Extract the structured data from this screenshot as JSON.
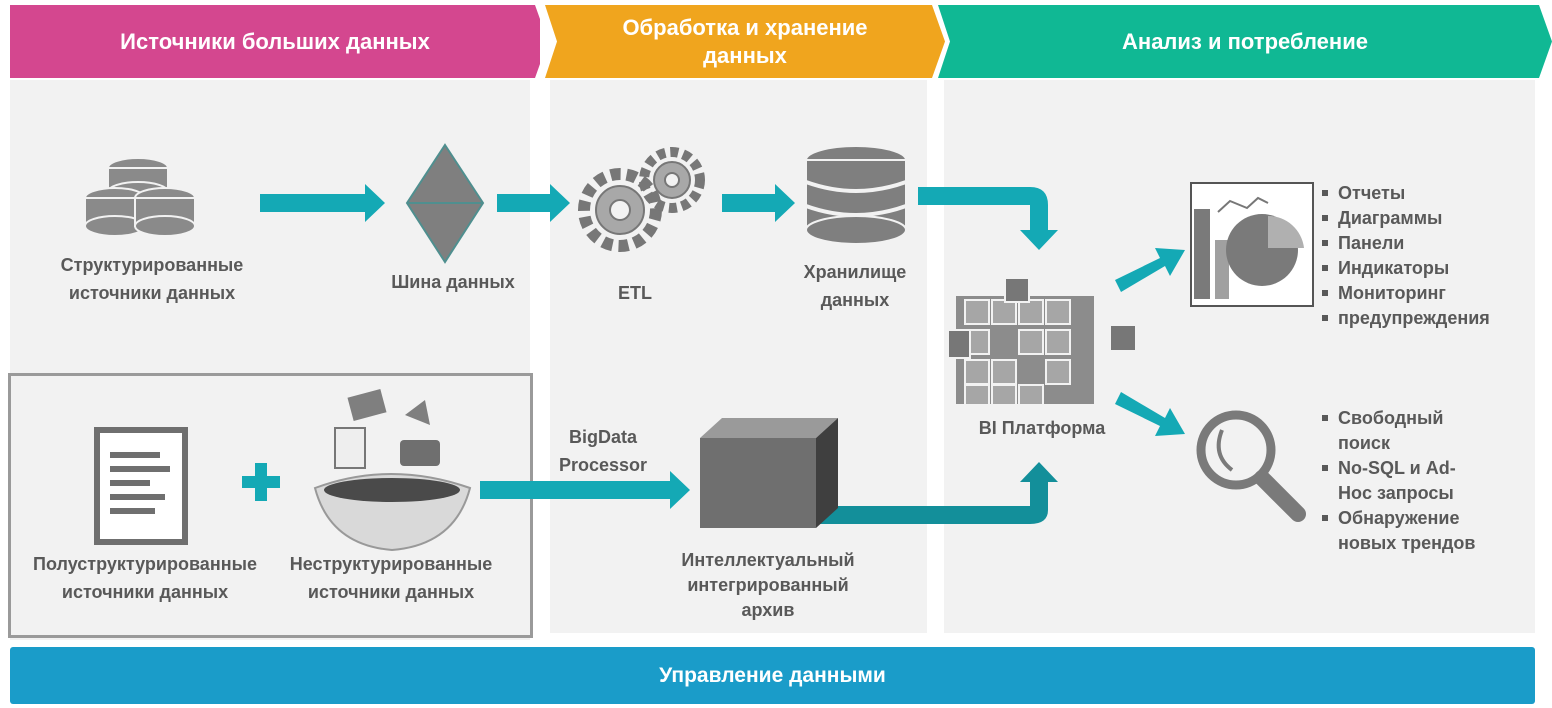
{
  "stages": {
    "sources": "Источники больших данных",
    "processing": "Обработка и хранение данных",
    "analysis": "Анализ и потребление"
  },
  "nodes": {
    "structured": "Структурированные источники данных",
    "bus": "Шина данных",
    "etl": "ETL",
    "warehouse": "Хранилище данных",
    "bigdata": "BigData Processor",
    "semi": "Полуструктурированные источники данных",
    "unstructured": "Неструктурированные источники данных",
    "archive": "Интеллектуальный интегрированный архив",
    "bi": "BI Платформа"
  },
  "reports_list": [
    "Отчеты",
    "Диаграммы",
    "Панели",
    "Индикаторы",
    "Мониторинг",
    "предупреждения"
  ],
  "search_list": [
    "Свободный поиск",
    "No-SQL и Ad-Hoc запросы",
    "Обнаружение новых трендов"
  ],
  "footer": "Управление данными",
  "colors": {
    "sources": "#D4478F",
    "processing": "#F0A51E",
    "analysis": "#10B894",
    "arrow": "#14A9B5",
    "footer": "#1A9CC9",
    "panel": "#F2F2F2",
    "text": "#595959"
  }
}
